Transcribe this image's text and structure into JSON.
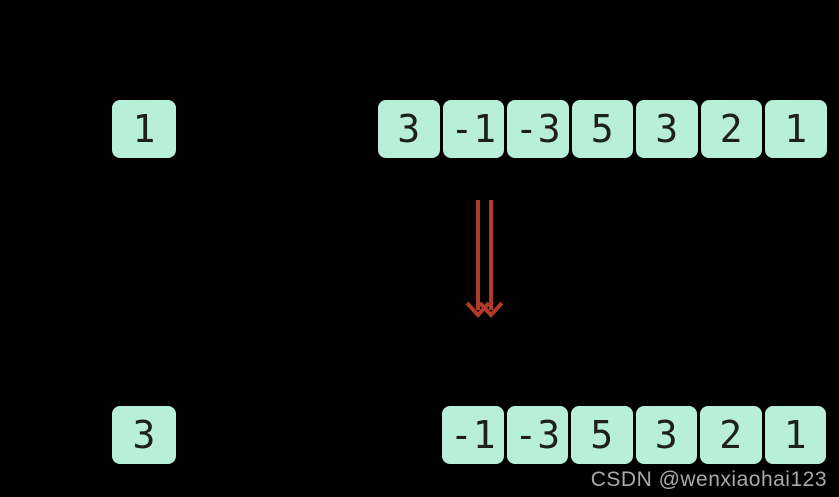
{
  "diagram": {
    "top_left_value": "1",
    "top_array": [
      "3",
      "-1",
      "-3",
      "5",
      "3",
      "2",
      "1"
    ],
    "bottom_left_value": "3",
    "bottom_array": [
      "-1",
      "-3",
      "5",
      "3",
      "2",
      "1"
    ],
    "arrow_icon": "double-down-arrow"
  },
  "watermark": {
    "text": "CSDN @wenxiaohai123"
  },
  "colors": {
    "background": "#000000",
    "cell_bg": "#b8efd9",
    "digit": "#1f1f1f",
    "arrow": "#b0392a",
    "watermark": "#a9a9a9"
  }
}
